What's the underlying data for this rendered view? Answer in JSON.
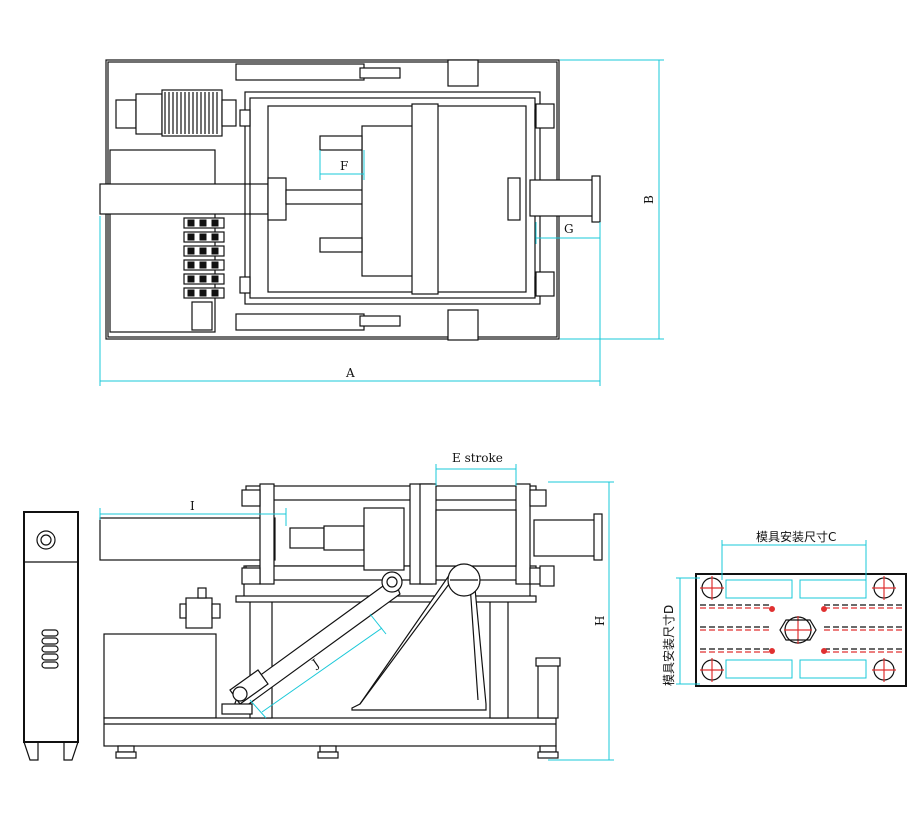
{
  "labels": {
    "A": "A",
    "B": "B",
    "F": "F",
    "G": "G",
    "E": "E stroke",
    "H": "H",
    "I": "I",
    "J": "J",
    "C": "模具安装尺寸C",
    "D": "模具安装尺寸D"
  },
  "colors": {
    "dimension": "#19c8d8",
    "outline": "#111111",
    "marker": "#e03030"
  }
}
